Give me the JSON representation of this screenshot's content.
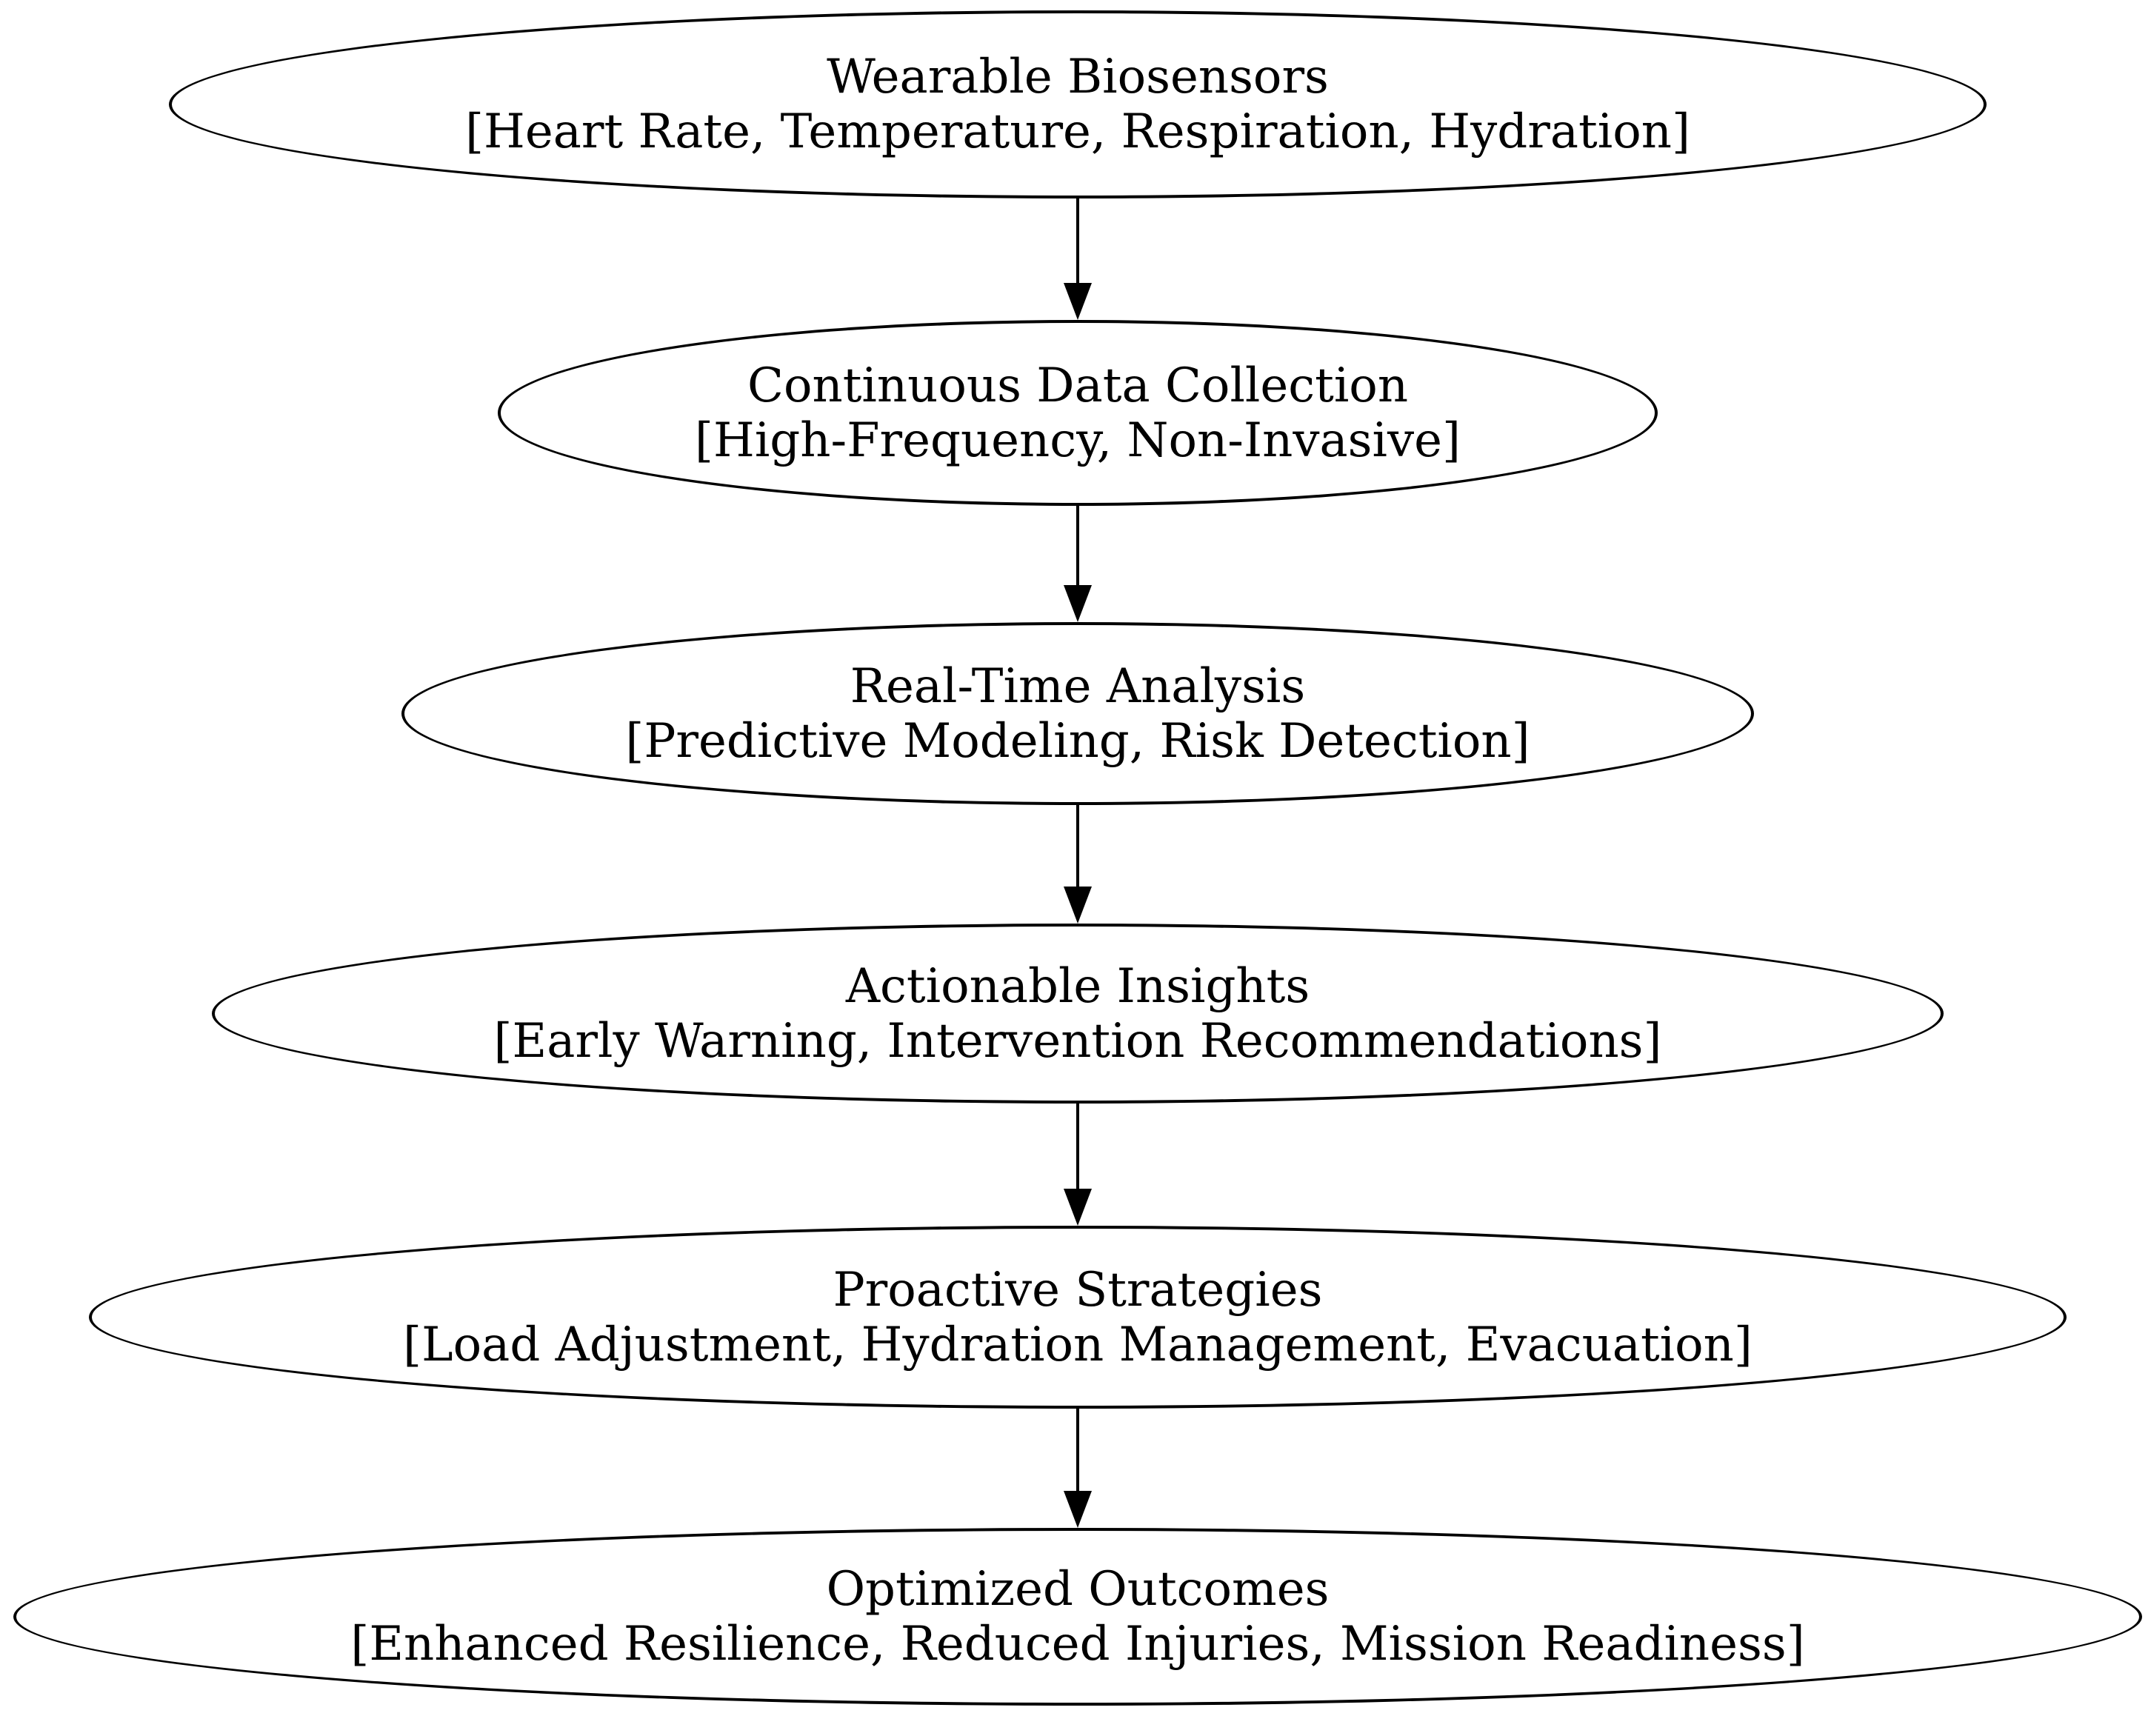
{
  "diagram": {
    "type": "flowchart",
    "direction": "top-down",
    "background_color": "#ffffff",
    "stroke_color": "#000000",
    "text_color": "#000000",
    "node_shape": "ellipse",
    "nodes": [
      {
        "id": "wearable-biosensors",
        "title": "Wearable Biosensors",
        "subtitle": "[Heart Rate, Temperature, Respiration, Hydration]"
      },
      {
        "id": "continuous-data-collection",
        "title": "Continuous Data Collection",
        "subtitle": "[High-Frequency, Non-Invasive]"
      },
      {
        "id": "real-time-analysis",
        "title": "Real-Time Analysis",
        "subtitle": "[Predictive Modeling, Risk Detection]"
      },
      {
        "id": "actionable-insights",
        "title": "Actionable Insights",
        "subtitle": "[Early Warning, Intervention Recommendations]"
      },
      {
        "id": "proactive-strategies",
        "title": "Proactive Strategies",
        "subtitle": "[Load Adjustment, Hydration Management, Evacuation]"
      },
      {
        "id": "optimized-outcomes",
        "title": "Optimized Outcomes",
        "subtitle": "[Enhanced Resilience, Reduced Injuries, Mission Readiness]"
      }
    ],
    "edges": [
      {
        "from": "wearable-biosensors",
        "to": "continuous-data-collection"
      },
      {
        "from": "continuous-data-collection",
        "to": "real-time-analysis"
      },
      {
        "from": "real-time-analysis",
        "to": "actionable-insights"
      },
      {
        "from": "actionable-insights",
        "to": "proactive-strategies"
      },
      {
        "from": "proactive-strategies",
        "to": "optimized-outcomes"
      }
    ]
  }
}
